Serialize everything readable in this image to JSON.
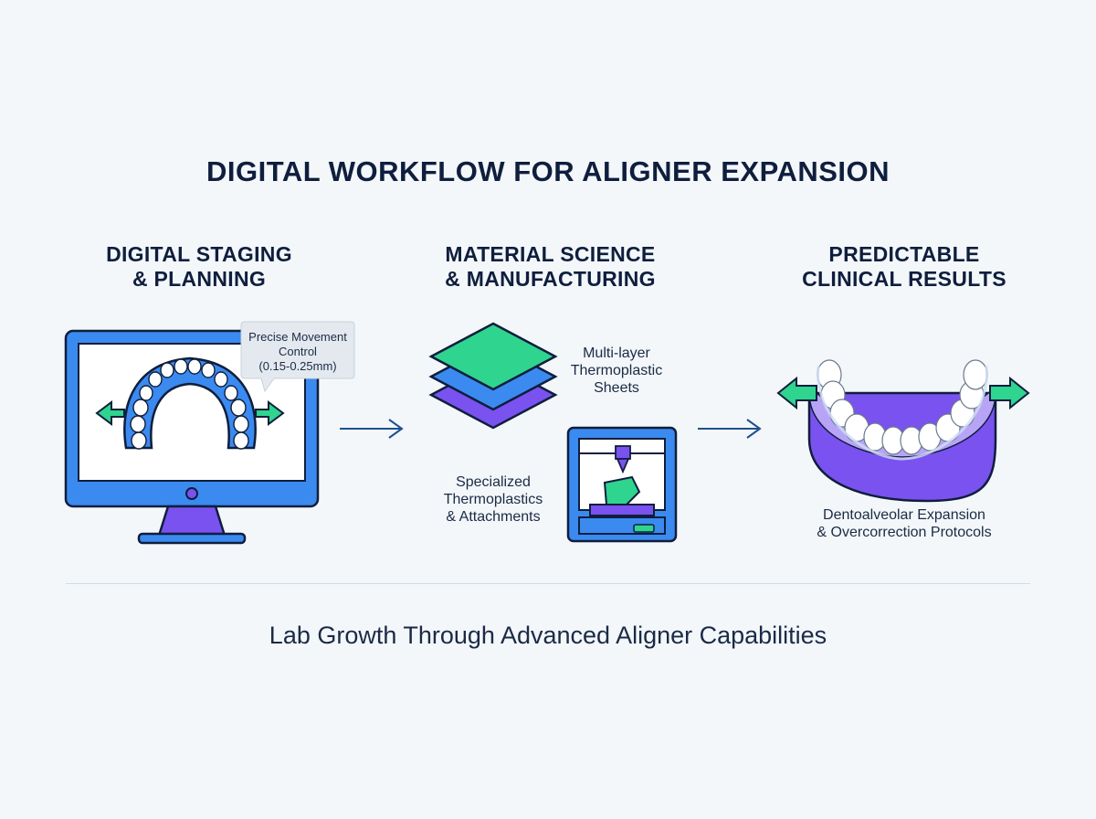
{
  "title": "DIGITAL WORKFLOW FOR ALIGNER EXPANSION",
  "columns": [
    {
      "title_line1": "DIGITAL STAGING",
      "title_line2": "& PLANNING"
    },
    {
      "title_line1": "MATERIAL SCIENCE",
      "title_line2": "& MANUFACTURING"
    },
    {
      "title_line1": "PREDICTABLE",
      "title_line2": "CLINICAL RESULTS"
    }
  ],
  "callouts": {
    "precise_line1": "Precise Movement",
    "precise_line2": "Control",
    "precise_line3": "(0.15-0.25mm)",
    "multilayer_line1": "Multi-layer",
    "multilayer_line2": "Thermoplastic",
    "multilayer_line3": "Sheets",
    "specialized_line1": "Specialized",
    "specialized_line2": "Thermoplastics",
    "specialized_line3": "& Attachments",
    "results_line1": "Dentoalveolar Expansion",
    "results_line2": "& Overcorrection Protocols"
  },
  "footer": "Lab Growth Through Advanced Aligner Capabilities",
  "colors": {
    "blue": "#3b8af0",
    "navy": "#0f1e3d",
    "green": "#2fd48f",
    "purple": "#7a52f0",
    "background": "#f3f7fa"
  },
  "icons": [
    "monitor-icon",
    "dental-arch-icon",
    "material-layers-icon",
    "3d-printer-icon",
    "aligner-model-icon",
    "flow-arrow-icon"
  ]
}
